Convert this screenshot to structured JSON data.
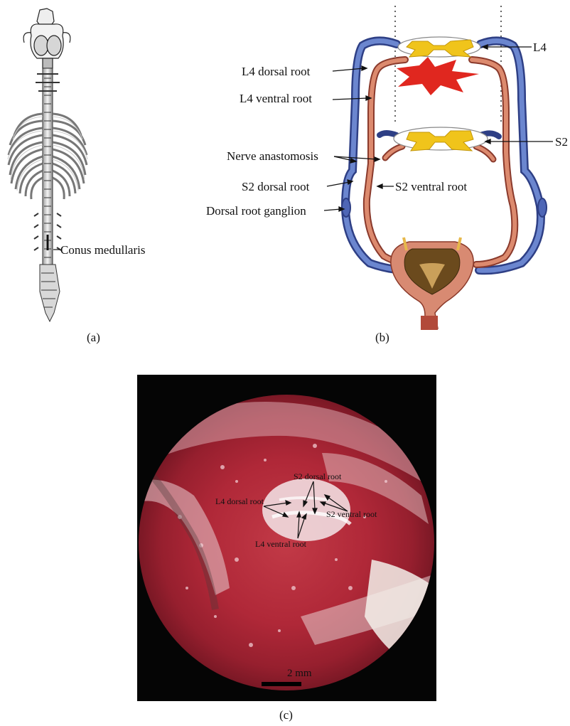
{
  "panel_a": {
    "label_conus": "Conus medullaris",
    "caption": "(a)"
  },
  "panel_b": {
    "labels": {
      "l4": "L4",
      "s2": "S2",
      "l4_dorsal": "L4 dorsal root",
      "l4_ventral": "L4 ventral root",
      "nerve_anastomosis": "Nerve anastomosis",
      "s2_dorsal": "S2 dorsal root",
      "s2_ventral": "S2 ventral root",
      "drg": "Dorsal root ganglion"
    },
    "caption": "(b)",
    "colors": {
      "dorsal": "#4a63b3",
      "ventral": "#c87055",
      "cord": "#f2c317",
      "lesion": "#e0271f"
    }
  },
  "panel_c": {
    "labels": {
      "s2_dorsal": "S2 dorsal root",
      "l4_dorsal": "L4 dorsal root",
      "s2_ventral": "S2 ventral root",
      "l4_ventral": "L4 ventral root"
    },
    "scale_bar": "2 mm",
    "caption": "(c)"
  }
}
